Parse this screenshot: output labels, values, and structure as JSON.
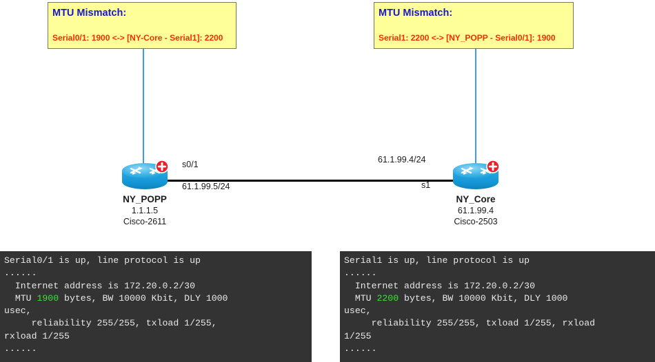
{
  "callouts": {
    "left": {
      "title": "MTU Mismatch:",
      "detail": "Serial0/1: 1900 <-> [NY-Core - Serial1]: 2200"
    },
    "right": {
      "title": "MTU Mismatch:",
      "detail": "Serial1: 2200 <-> [NY_POPP - Serial0/1]: 1900"
    }
  },
  "topology": {
    "left_node": {
      "name": "NY_POPP",
      "ip": "1.1.1.5",
      "model": "Cisco-2611",
      "interface": "s0/1",
      "subnet": "61.1.99.5/24",
      "icon": "cisco-router-icon"
    },
    "right_node": {
      "name": "NY_Core",
      "ip": "61.1.99.4",
      "model": "Cisco-2503",
      "interface": "s1",
      "subnet": "61.1.99.4/24",
      "icon": "cisco-router-icon"
    }
  },
  "terminals": {
    "left": {
      "lines": [
        [
          {
            "t": "Serial0/1 is up, line protocol is up"
          }
        ],
        [
          {
            "t": "......"
          }
        ],
        [
          {
            "t": "  Internet address is 172.20.0.2/30"
          }
        ],
        [
          {
            "t": "  MTU "
          },
          {
            "t": "1900",
            "c": "mtu"
          },
          {
            "t": " bytes, BW 10000 Kbit, DLY 1000"
          }
        ],
        [
          {
            "t": "usec,"
          }
        ],
        [
          {
            "t": "     reliability 255/255, txload 1/255,"
          }
        ],
        [
          {
            "t": "rxload 1/255"
          }
        ],
        [
          {
            "t": "......"
          }
        ]
      ]
    },
    "right": {
      "lines": [
        [
          {
            "t": "Serial1 is up, line protocol is up"
          }
        ],
        [
          {
            "t": "......"
          }
        ],
        [
          {
            "t": "  Internet address is 172.20.0.2/30"
          }
        ],
        [
          {
            "t": "  MTU "
          },
          {
            "t": "2200",
            "c": "mtu"
          },
          {
            "t": " bytes, BW 10000 Kbit, DLY 1000"
          }
        ],
        [
          {
            "t": "usec,"
          }
        ],
        [
          {
            "t": "     reliability 255/255, txload 1/255, rxload"
          }
        ],
        [
          {
            "t": "1/255"
          }
        ],
        [
          {
            "t": "......"
          }
        ]
      ]
    }
  },
  "colors": {
    "callout_bg": "#ffff99",
    "callout_title": "#1818c8",
    "callout_detail": "#ff2a00",
    "leader_line": "#3c9ce8",
    "link_line": "#000000",
    "terminal_bg": "#333333",
    "terminal_text": "#e8e8e8",
    "mtu_highlight": "#3ce03c"
  }
}
